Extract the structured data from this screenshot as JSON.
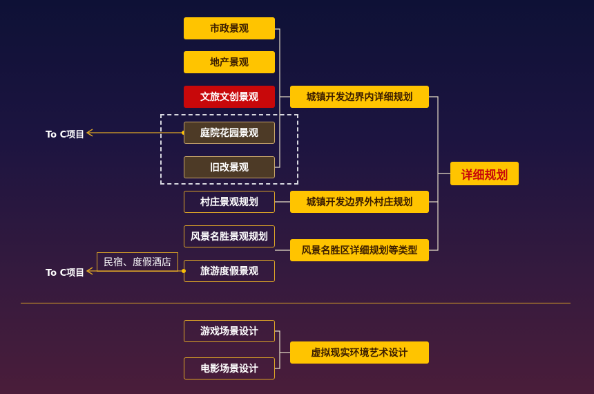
{
  "nodes": {
    "municipal": "市政景观",
    "real_estate": "地产景观",
    "cultural_tourism": "文旅文创景观",
    "courtyard": "庭院花园景观",
    "renovation": "旧改景观",
    "village_landscape": "村庄景观规划",
    "scenic_landscape": "风景名胜景观规划",
    "resort": "旅游度假景观",
    "urban_inside": "城镇开发边界内详细规划",
    "urban_outside": "城镇开发边界外村庄规划",
    "scenic_detail": "风景名胜区详细规划等类型",
    "detailed_planning": "详细规划",
    "game_scene": "游戏场景设计",
    "film_scene": "电影场景设计",
    "virtual_reality": "虚拟现实环境艺术设计"
  },
  "toc_top": "To C项目",
  "toc_bottom": "To C项目",
  "homestay_tag": "民宿、度假酒店",
  "colors": {
    "yellow": "#ffc400",
    "red": "#c8080a",
    "brown": "#4d3a26",
    "gold_line": "#e0a826"
  }
}
